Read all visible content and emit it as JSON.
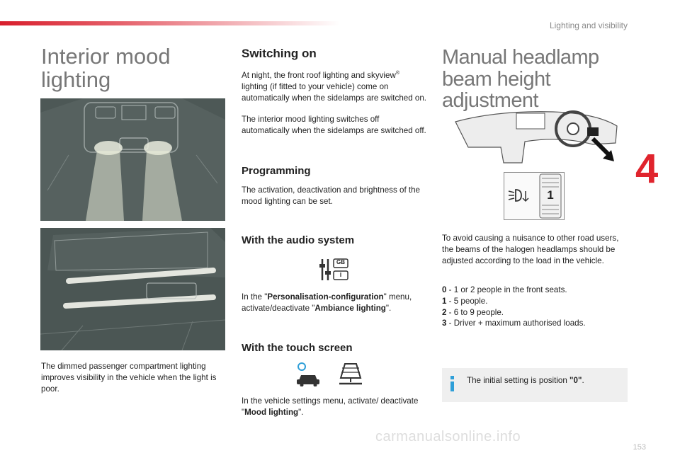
{
  "header": {
    "section": "Lighting and visibility"
  },
  "chapter_number": "4",
  "left": {
    "title": "Interior mood lighting",
    "caption": "The dimmed passenger compartment lighting improves visibility in the vehicle when the light is poor."
  },
  "middle": {
    "switching_on": {
      "heading": "Switching on",
      "p1_a": "At night, the front roof lighting and skyview",
      "p1_reg": "®",
      "p1_b": " lighting (if fitted to your vehicle) come on automatically when the sidelamps are switched on.",
      "p2": "The interior mood lighting switches off automatically when the sidelamps are switched off."
    },
    "programming": {
      "heading": "Programming",
      "text": "The activation, deactivation and brightness of the mood lighting can be set."
    },
    "audio": {
      "heading": "With the audio system",
      "text_a": "In the \"",
      "menu": "Personalisation-configuration",
      "text_b": "\" menu, activate/deactivate \"",
      "option": "Ambiance lighting",
      "text_c": "\".",
      "icon_badge_top": "GB",
      "icon_badge_bottom": "I"
    },
    "touch": {
      "heading": "With the touch screen",
      "text_a": "In the vehicle settings menu, activate/ deactivate \"",
      "option": "Mood lighting",
      "text_b": "\"."
    }
  },
  "right": {
    "title": "Manual headlamp beam height adjustment",
    "dial_value": "1",
    "intro": "To avoid causing a nuisance to other road users, the beams of the halogen headlamps should be adjusted according to the load in the vehicle.",
    "levels": [
      {
        "n": "0",
        "text": " - 1 or 2 people in the front seats."
      },
      {
        "n": "1",
        "text": " - 5 people."
      },
      {
        "n": "2",
        "text": " - 6 to 9 people."
      },
      {
        "n": "3",
        "text": " - Driver + maximum authorised loads."
      }
    ],
    "info_a": "The initial setting is position ",
    "info_value": "\"0\"",
    "info_b": "."
  },
  "footer": {
    "page": "153",
    "watermark": "carmanualsonline.info"
  },
  "colors": {
    "accent": "#e0242d",
    "photo_bg": "#4a5553",
    "info_icon": "#2f9fd8"
  }
}
